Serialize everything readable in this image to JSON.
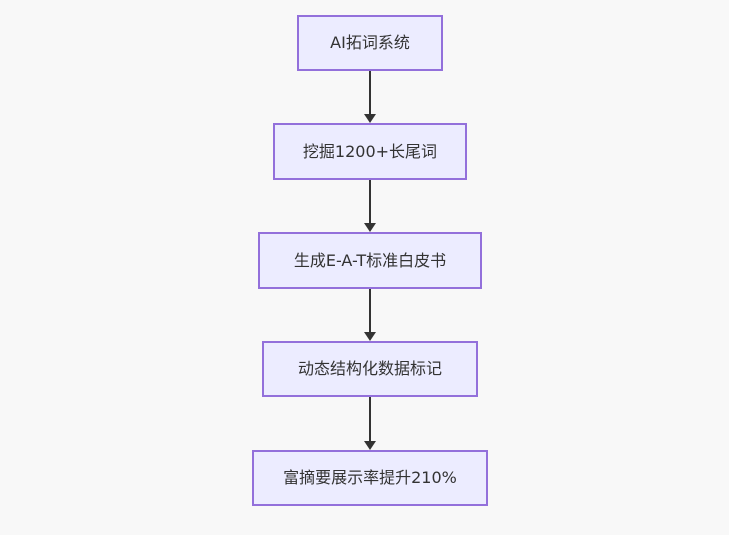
{
  "diagram": {
    "type": "flowchart",
    "direction": "top-down",
    "background_color": "#f8f8f8",
    "node_fill_color": "#ECECFF",
    "node_border_color": "#9370DB",
    "text_color": "#333333",
    "arrow_color": "#333333",
    "nodes": [
      {
        "id": "A",
        "label": "AI拓词系统"
      },
      {
        "id": "B",
        "label": "挖掘1200+长尾词"
      },
      {
        "id": "C",
        "label": "生成E-A-T标准白皮书"
      },
      {
        "id": "D",
        "label": "动态结构化数据标记"
      },
      {
        "id": "E",
        "label": "富摘要展示率提升210%"
      }
    ],
    "edges": [
      {
        "from": "A",
        "to": "B"
      },
      {
        "from": "B",
        "to": "C"
      },
      {
        "from": "C",
        "to": "D"
      },
      {
        "from": "D",
        "to": "E"
      }
    ]
  }
}
